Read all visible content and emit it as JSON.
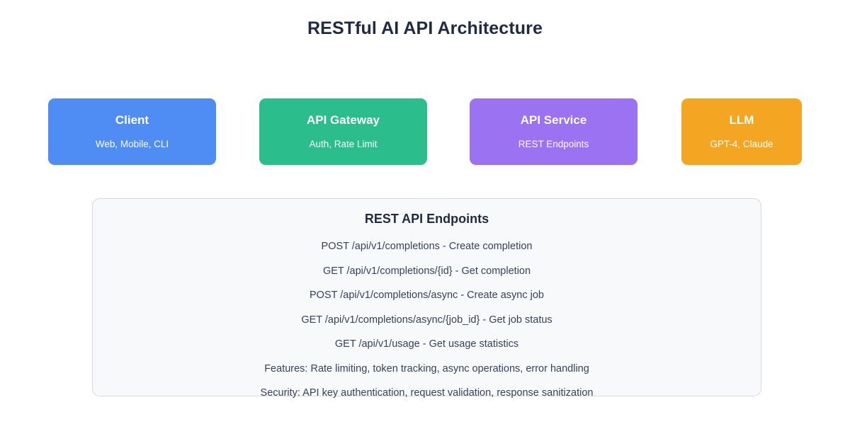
{
  "title": "RESTful AI API Architecture",
  "flow": {
    "nodes": [
      {
        "title": "Client",
        "subtitle": "Web, Mobile, CLI",
        "color": "#4f8df5"
      },
      {
        "title": "API Gateway",
        "subtitle": "Auth, Rate Limit",
        "color": "#2bbe8c"
      },
      {
        "title": "API Service",
        "subtitle": "REST Endpoints",
        "color": "#9b72f2"
      },
      {
        "title": "LLM",
        "subtitle": "GPT-4, Claude",
        "color": "#f4a623"
      }
    ],
    "arrow_color": "#5d6b7e",
    "arrow_count": 3
  },
  "panel": {
    "heading": "REST API Endpoints",
    "lines": [
      "POST /api/v1/completions - Create completion",
      "GET /api/v1/completions/{id} - Get completion",
      "POST /api/v1/completions/async - Create async job",
      "GET /api/v1/completions/async/{job_id} - Get job status",
      "GET /api/v1/usage - Get usage statistics",
      "Features: Rate limiting, token tracking, async operations, error handling",
      "Security: API key authentication, request validation, response sanitization"
    ],
    "background": "#f8f9fb",
    "border_color": "#d6d9e0"
  }
}
